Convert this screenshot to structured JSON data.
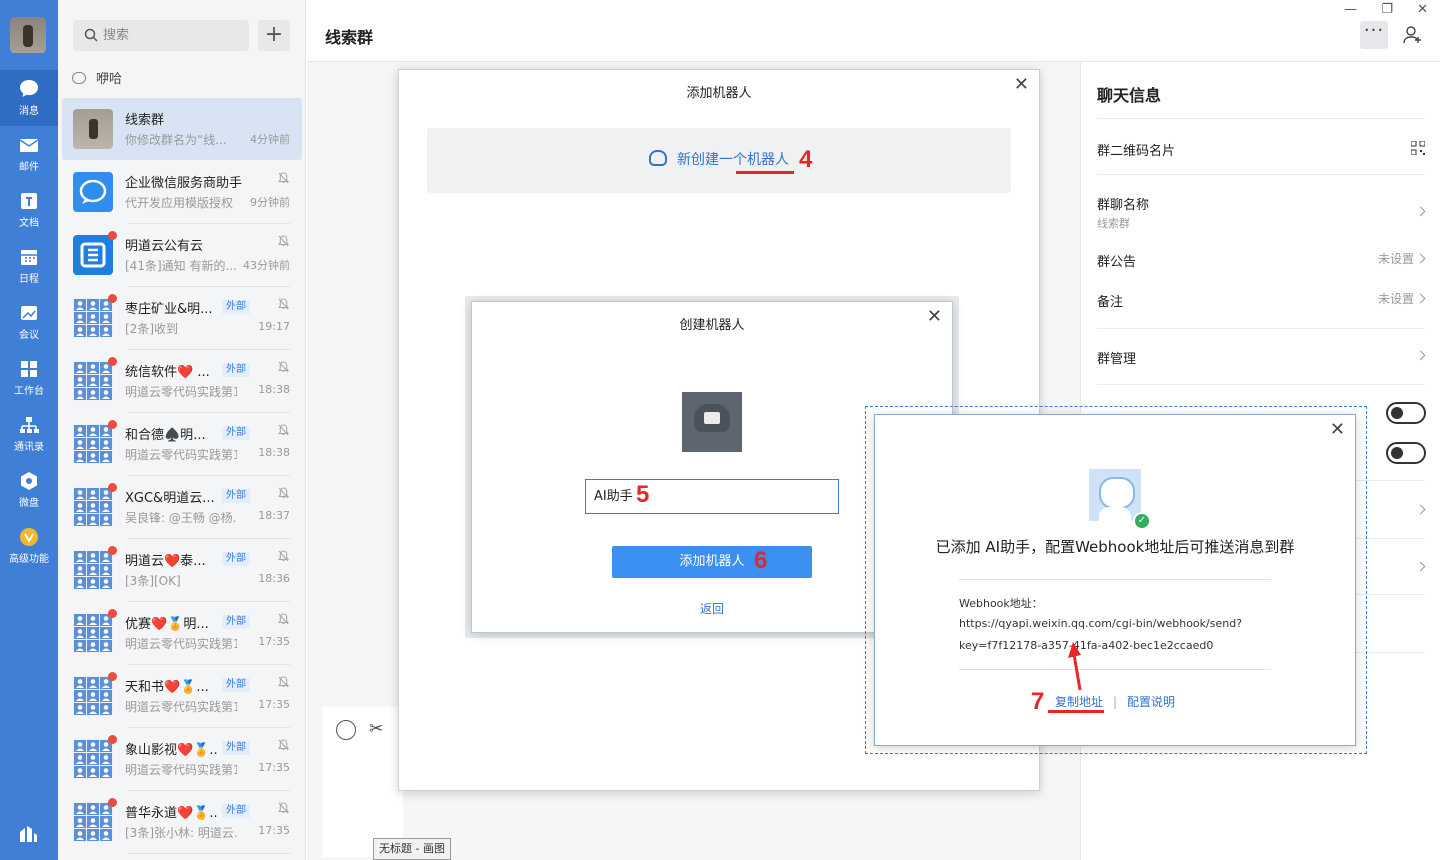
{
  "app": {
    "window_controls": [
      "—",
      "❐",
      "✕"
    ]
  },
  "rail": {
    "items": [
      {
        "label": "消息",
        "icon": "message-icon"
      },
      {
        "label": "邮件",
        "icon": "mail-icon"
      },
      {
        "label": "文档",
        "icon": "document-icon"
      },
      {
        "label": "日程",
        "icon": "calendar-icon"
      },
      {
        "label": "会议",
        "icon": "meeting-icon"
      },
      {
        "label": "工作台",
        "icon": "workbench-icon"
      },
      {
        "label": "通讯录",
        "icon": "contacts-icon"
      },
      {
        "label": "微盘",
        "icon": "drive-icon"
      },
      {
        "label": "高级功能",
        "icon": "premium-icon"
      }
    ]
  },
  "list": {
    "search_placeholder": "搜索",
    "plus_label": "+",
    "pinned": "咿哈",
    "external_tag": "外部",
    "conversations": [
      {
        "name": "线索群",
        "preview": "你修改群名为“线...",
        "time": "4分钟前",
        "external": false,
        "dot": false,
        "mute": false
      },
      {
        "name": "企业微信服务商助手",
        "preview": "代开发应用模版授权",
        "time": "9分钟前",
        "external": false,
        "dot": false,
        "mute": true
      },
      {
        "name": "明道云公有云",
        "preview": "[41条]通知 有新的...",
        "time": "43分钟前",
        "external": false,
        "dot": true,
        "mute": true
      },
      {
        "name": "枣庄矿业&明...",
        "preview": "[2条]收到",
        "time": "19:17",
        "external": true,
        "dot": true,
        "mute": true
      },
      {
        "name": "统信软件❤️ ...",
        "preview": "明道云零代码实践第1...",
        "time": "18:38",
        "external": true,
        "dot": true,
        "mute": true
      },
      {
        "name": "和合德♠️明...",
        "preview": "明道云零代码实践第1...",
        "time": "18:38",
        "external": true,
        "dot": true,
        "mute": true
      },
      {
        "name": "XGC&明道云...",
        "preview": "吴良锋: @王畅 @杨...",
        "time": "18:37",
        "external": true,
        "dot": true,
        "mute": true
      },
      {
        "name": "明道云❤️泰...",
        "preview": "[3条][OK]",
        "time": "18:36",
        "external": true,
        "dot": true,
        "mute": true
      },
      {
        "name": "优赛❤️🏅明...",
        "preview": "明道云零代码实践第1...",
        "time": "17:35",
        "external": true,
        "dot": true,
        "mute": true
      },
      {
        "name": "天和书❤️🏅...",
        "preview": "明道云零代码实践第1...",
        "time": "17:35",
        "external": true,
        "dot": true,
        "mute": true
      },
      {
        "name": "象山影视❤️🏅...",
        "preview": "明道云零代码实践第1...",
        "time": "17:35",
        "external": true,
        "dot": true,
        "mute": true
      },
      {
        "name": "普华永道❤️🏅...",
        "preview": "[3条]张小林: 明道云...",
        "time": "17:35",
        "external": true,
        "dot": true,
        "mute": true
      }
    ]
  },
  "chat": {
    "title": "线索群",
    "more": "···"
  },
  "info": {
    "title": "聊天信息",
    "qr_label": "群二维码名片",
    "name_label": "群聊名称",
    "name_value": "线索群",
    "notice_label": "群公告",
    "notice_value": "未设置",
    "remark_label": "备注",
    "remark_value": "未设置",
    "manage_label": "群管理"
  },
  "dialog_add": {
    "title": "添加机器人",
    "close": "✕",
    "new_robot": "新创建一个机器人"
  },
  "dialog_create": {
    "title": "创建机器人",
    "close": "✕",
    "name_value": "AI助手",
    "add_button": "添加机器人",
    "back": "返回"
  },
  "dialog_webhook": {
    "close": "✕",
    "message": "已添加 AI助手，配置Webhook地址后可推送消息到群",
    "webhook_label": "Webhook地址：",
    "webhook_url_line1": "https://qyapi.weixin.qq.com/cgi-bin/webhook/send?",
    "webhook_url_line2": "key=f7f12178-a357-41fa-a402-bec1e2ccaed0",
    "copy_link": "复制地址",
    "separator": "|",
    "config_link": "配置说明"
  },
  "annotations": {
    "step4": "4",
    "step5": "5",
    "step6": "6",
    "step7": "7",
    "color": "#e8262a"
  },
  "taskbar_tip": "无标题 - 画图",
  "colors": {
    "rail": "#3f7fd6",
    "accent": "#3b7be0",
    "unread": "#f04a3e"
  }
}
